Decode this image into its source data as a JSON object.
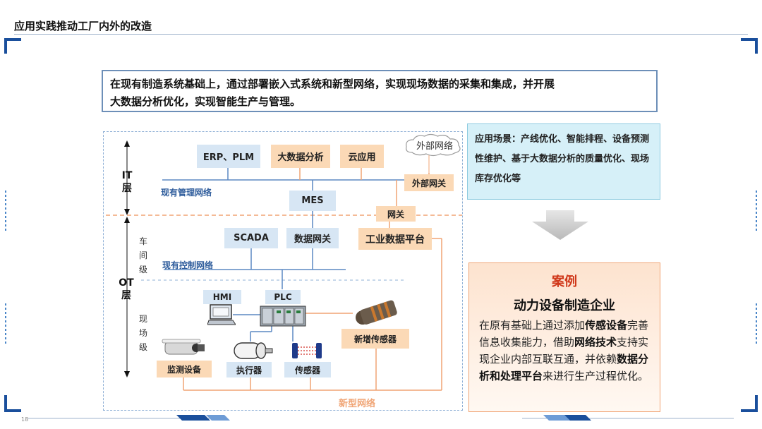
{
  "page": {
    "title": "应用实践推动工厂内外的改造",
    "page_number": "18"
  },
  "summary": {
    "text_line1": "在现有制造系统基础上，通过部署嵌入式系统和新型网络，实现现场数据的采集和集成，并开展",
    "text_line2": "大数据分析优化，实现智能生产与管理。"
  },
  "diagram": {
    "layers": {
      "it": "IT 层",
      "ot": "OT 层",
      "workshop": "车间级",
      "field": "现场级"
    },
    "networks": {
      "management": "现有管理网络",
      "control": "现有控制网络",
      "new": "新型网络",
      "external": "外部网络"
    },
    "nodes": {
      "erp_plm": "ERP、PLM",
      "bigdata": "大数据分析",
      "cloud": "云应用",
      "external_gateway": "外部网关",
      "mes": "MES",
      "gateway": "网关",
      "scada": "SCADA",
      "data_gateway": "数据网关",
      "industrial_platform": "工业数据平台",
      "hmi": "HMI",
      "plc": "PLC",
      "new_sensor": "新增传感器",
      "monitor": "监测设备",
      "actuator": "执行器",
      "sensor": "传感器"
    }
  },
  "scenario": {
    "text": "应用场景：产线优化、智能排程、设备预测性维护、基于大数据分析的质量优化、现场库存优化等"
  },
  "case": {
    "title": "案例",
    "subtitle": "动力设备制造企业",
    "p1": "在原有基础上通过添加",
    "b1": "传感设备",
    "p2": "完善信息收集能力，借助",
    "b2": "网络技术",
    "p3": "支持实现企业内部互联互通，并依赖",
    "b3": "数据分析和处理平台",
    "p4": "来进行生产过程优化。"
  },
  "colors": {
    "blue_box": "#d7e6f4",
    "orange_box": "#fbd9b6",
    "blue_line": "#5b89c2",
    "orange_line": "#f0a474",
    "case_title": "#d0381a"
  }
}
